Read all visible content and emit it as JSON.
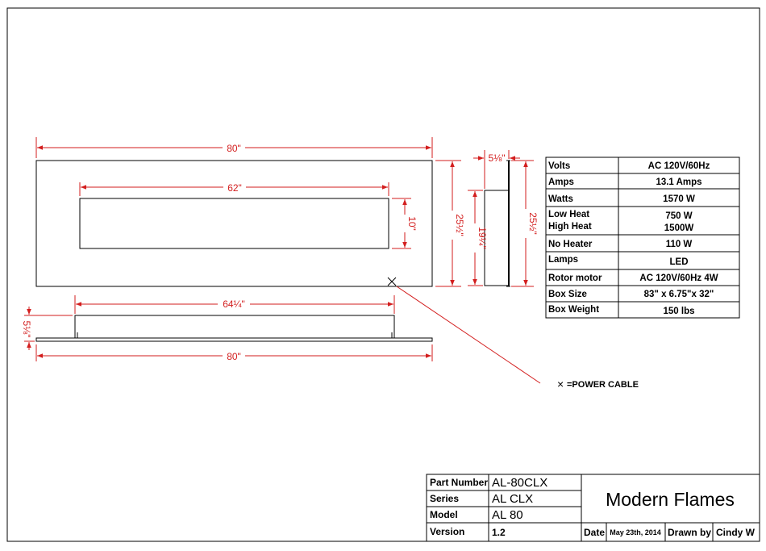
{
  "drawing": {
    "dimensions": {
      "front_width": "80\"",
      "opening_width": "62\"",
      "opening_height": "10\"",
      "front_height": "25½\"",
      "side_depth": "5⅛\"",
      "side_inner_height": "19¼\"",
      "side_height": "25½\"",
      "top_inner_width": "64¼\"",
      "top_depth": "5⅛\"",
      "top_width": "80\""
    },
    "legend": {
      "symbol": "×",
      "label": "=POWER CABLE"
    }
  },
  "specs": {
    "rows": [
      {
        "label": "Volts",
        "value": "AC 120V/60Hz"
      },
      {
        "label": "Amps",
        "value": "13.1 Amps"
      },
      {
        "label": "Watts",
        "value": "1570 W"
      },
      {
        "label": "Low Heat",
        "value": "750 W",
        "label2": "High Heat",
        "value2": "1500W"
      },
      {
        "label": "No Heater",
        "value": "110 W"
      },
      {
        "label": "Lamps",
        "value": "LED"
      },
      {
        "label": "Rotor motor",
        "value": "AC 120V/60Hz 4W"
      },
      {
        "label": "Box  Size",
        "value": "83\" x 6.75\"x 32\""
      },
      {
        "label": "Box  Weight",
        "value": "150 lbs"
      }
    ]
  },
  "title_block": {
    "part_number_label": "Part Number",
    "part_number": "AL-80CLX",
    "series_label": "Series",
    "series": "AL CLX",
    "model_label": "Model",
    "model": "AL 80",
    "version_label": "Version",
    "version": "1.2",
    "company": "Modern Flames",
    "date_label": "Date",
    "date": "May 23th, 2014",
    "drawn_by_label": "Drawn by",
    "drawn_by": "Cindy W"
  }
}
